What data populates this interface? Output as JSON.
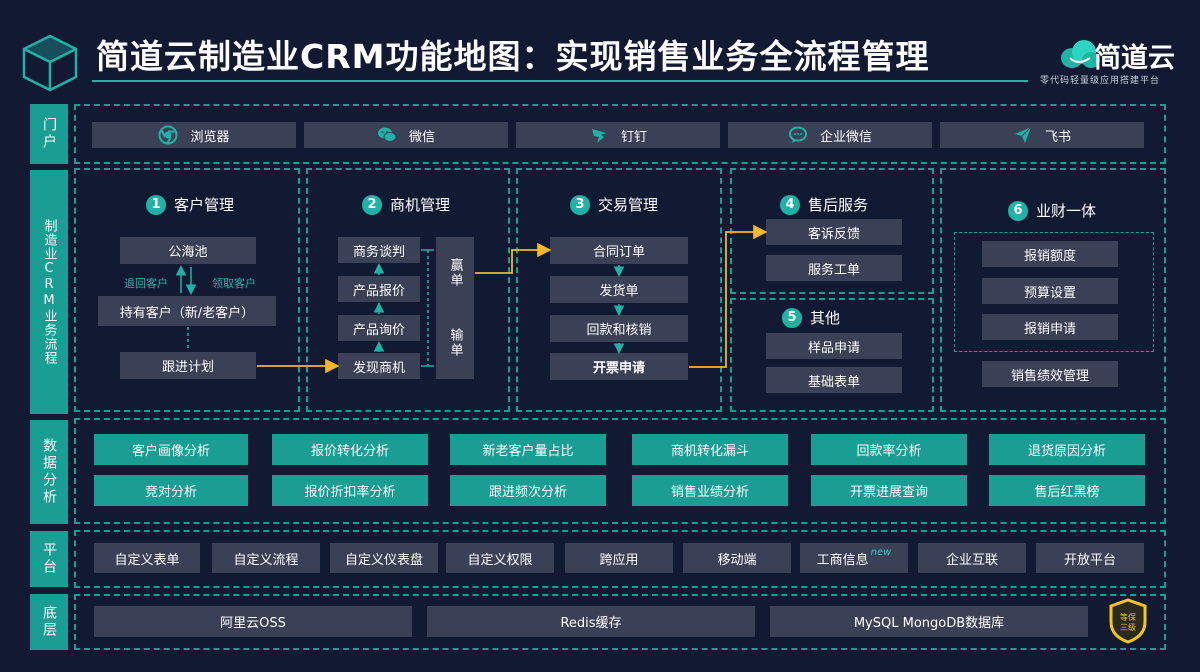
{
  "header": {
    "title": "简道云制造业CRM功能地图：实现销售业务全流程管理",
    "brand": "简道云",
    "slogan": "零代码轻量级应用搭建平台"
  },
  "side_labels": {
    "portal": "门户",
    "process": "制造业CRM业务流程",
    "analysis": "数据分析",
    "platform": "平台",
    "base": "底层"
  },
  "portal": [
    {
      "label": "浏览器",
      "icon": "chrome-icon"
    },
    {
      "label": "微信",
      "icon": "wechat-icon"
    },
    {
      "label": "钉钉",
      "icon": "dingtalk-icon"
    },
    {
      "label": "企业微信",
      "icon": "wecom-icon"
    },
    {
      "label": "飞书",
      "icon": "feishu-icon"
    }
  ],
  "sections": {
    "customer": {
      "num": "1",
      "title": "客户管理",
      "items": [
        "公海池",
        "持有客户（新/老客户）",
        "跟进计划"
      ],
      "return_label": "退回客户",
      "claim_label": "领取客户"
    },
    "opportunity": {
      "num": "2",
      "title": "商机管理",
      "items": [
        "商务谈判",
        "产品报价",
        "产品询价",
        "发现商机"
      ],
      "win": "赢单",
      "lose": "输单"
    },
    "trade": {
      "num": "3",
      "title": "交易管理",
      "items": [
        "合同订单",
        "发货单",
        "回款和核销",
        "开票申请"
      ]
    },
    "aftersales": {
      "num": "4",
      "title": "售后服务",
      "items": [
        "客诉反馈",
        "服务工单"
      ]
    },
    "other": {
      "num": "5",
      "title": "其他",
      "items": [
        "样品申请",
        "基础表单"
      ]
    },
    "finance": {
      "num": "6",
      "title": "业财一体",
      "items": [
        "报销额度",
        "预算设置",
        "报销申请"
      ],
      "extra": "销售绩效管理"
    }
  },
  "analysis": [
    [
      "客户画像分析",
      "报价转化分析",
      "新老客户量占比",
      "商机转化漏斗",
      "回款率分析",
      "退货原因分析"
    ],
    [
      "竞对分析",
      "报价折扣率分析",
      "跟进频次分析",
      "销售业绩分析",
      "开票进展查询",
      "售后红黑榜"
    ]
  ],
  "platform": [
    {
      "label": "自定义表单"
    },
    {
      "label": "自定义流程"
    },
    {
      "label": "自定义仪表盘"
    },
    {
      "label": "自定义权限"
    },
    {
      "label": "跨应用"
    },
    {
      "label": "移动端"
    },
    {
      "label": "工商信息",
      "tag": "new"
    },
    {
      "label": "企业互联"
    },
    {
      "label": "开放平台"
    }
  ],
  "base": [
    "阿里云OSS",
    "Redis缓存",
    "MySQL MongoDB数据库"
  ],
  "badge": {
    "line1": "等保",
    "line2": "三级"
  },
  "colors": {
    "background": "#121a33",
    "accent": "#1a9d93",
    "box": "#3a4157",
    "arrow": "#f5b72b",
    "badge": "#f5c518"
  }
}
